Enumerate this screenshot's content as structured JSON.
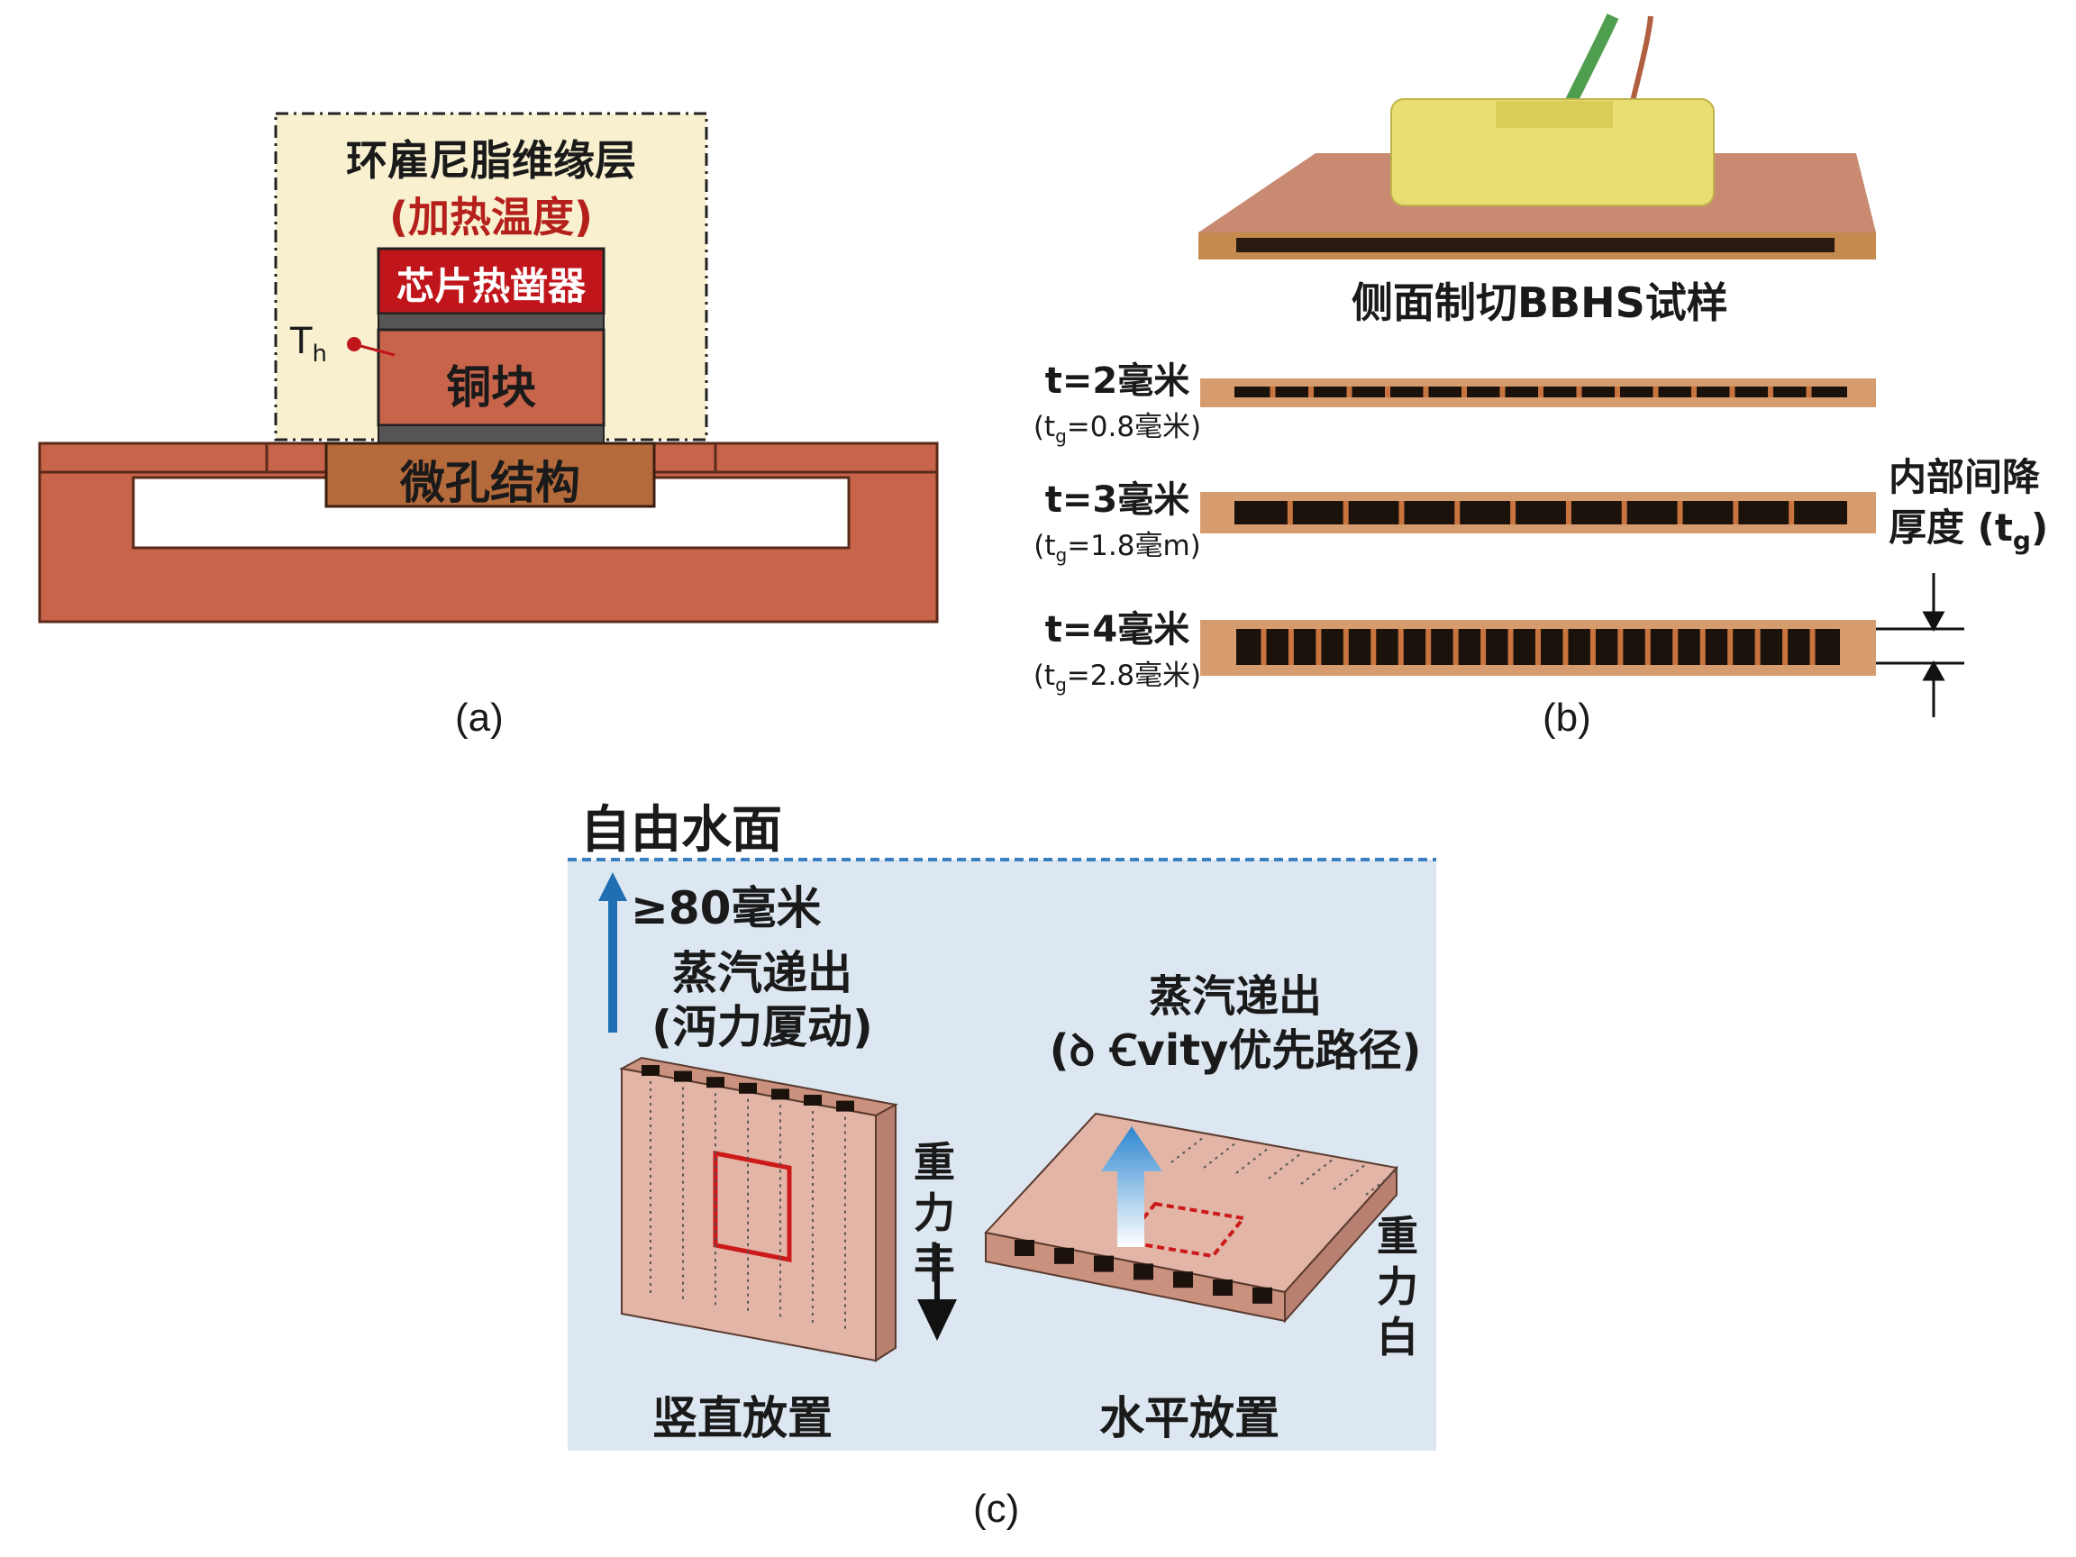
{
  "panel_a": {
    "insulation_label": "环雇尼脂维缘层",
    "heating_label": "(加热温度)",
    "heater_label": "芯片热凿器",
    "th_label_main": "T",
    "th_label_sub": "h",
    "copper_block_label": "铜块",
    "microstructure_label": "微孔结构",
    "caption": "(a)"
  },
  "panel_b": {
    "sample_title": "侧面制切BBHS试样",
    "samples": [
      {
        "t": "t=2毫米",
        "tg_prefix": "(t",
        "tg_sub": "g",
        "tg_value": "=0.8毫米)"
      },
      {
        "t": "t=3毫米",
        "tg_prefix": "(t",
        "tg_sub": "g",
        "tg_value": "=1.8毫m)"
      },
      {
        "t": "t=4毫米",
        "tg_prefix": "(t",
        "tg_sub": "g",
        "tg_value": "=2.8毫米)"
      }
    ],
    "gap_label_line1": "内部间降",
    "gap_label_line2": "厚度 (t",
    "gap_label_sub": "g",
    "gap_label_end": ")",
    "caption": "(b)"
  },
  "panel_c": {
    "free_surface_label": "自由水面",
    "depth_label": "≥80毫米",
    "vertical": {
      "vapor_line1": "蒸汽递出",
      "vapor_line2": "(沔力厦动)",
      "gravity_label": "重力丰",
      "orientation_label": "竖直放置"
    },
    "horizontal": {
      "vapor_line1": "蒸汽递出",
      "vapor_line2": "(ꝺ Ꞓvity优先路径)",
      "gravity_label": "重力白",
      "orientation_label": "水平放置"
    },
    "caption": "(c)"
  },
  "colors": {
    "copper": "#c8644a",
    "insulation": "#f8f0cf",
    "heater_red": "#c0161b",
    "water": "#dce7f1",
    "vapor_blue": "#1f6fb2",
    "label_red": "#b5201c"
  }
}
